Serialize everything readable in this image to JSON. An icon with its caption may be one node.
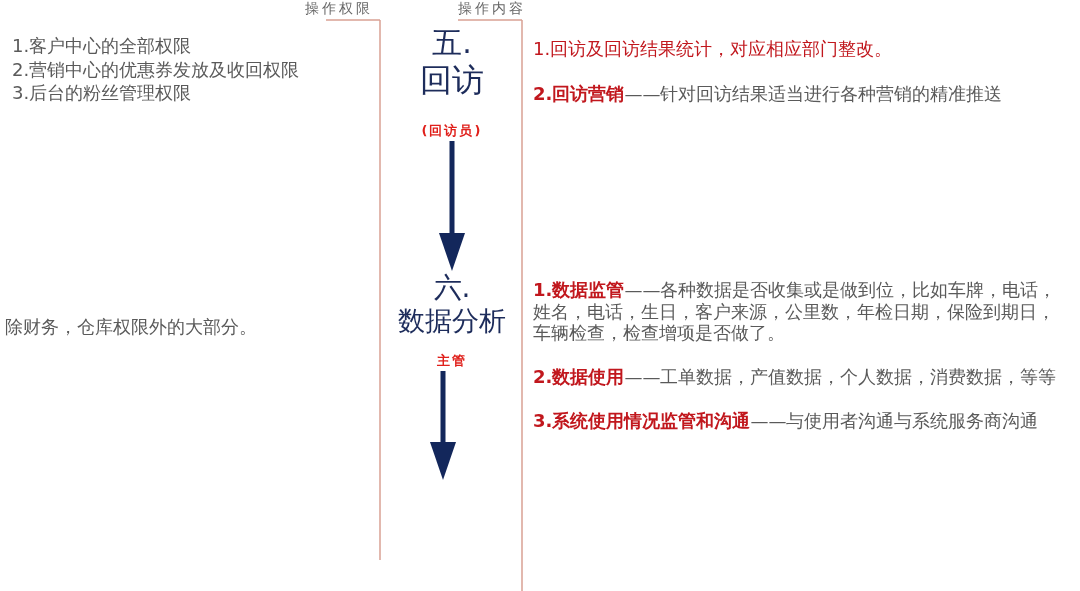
{
  "diagram": {
    "nodes": [
      {
        "text": [
          "五.",
          "回访"
        ],
        "beside": [
          "(回访员)"
        ]
      },
      {
        "text": [
          "六.",
          "数据分析"
        ],
        "beside": [
          "主管"
        ]
      }
    ],
    "edges": [
      {
        "from": 0,
        "to": 1,
        "arrow": "to"
      },
      {
        "from": 1,
        "to": null,
        "arrow": "to"
      }
    ],
    "labels": [
      "操作权限",
      "操作内容",
      "1.客户中心的全部权限",
      "2.营销中心的优惠券发放及收回权限",
      "3.后台的粉丝管理权限",
      "1.回访及回访结果统计，对应相应部门整改。",
      "**2.回访营销**——针对回访结果适当进行各种营销的精准推送",
      "除财务，仓库权限外的大部分。",
      "**1.数据监管**——各种数据是否收集或是做到位，比如车牌，电话，姓名，电话，生日，客户来源，公里数，年检日期，保险到期日，车辆检查，检查增项是否做了。",
      "**2.数据使用**——工单数据，产值数据，个人数据，消费数据，等等",
      "**3.系统使用情况监管和沟通**——与使用者沟通与系统服务商沟通"
    ]
  }
}
